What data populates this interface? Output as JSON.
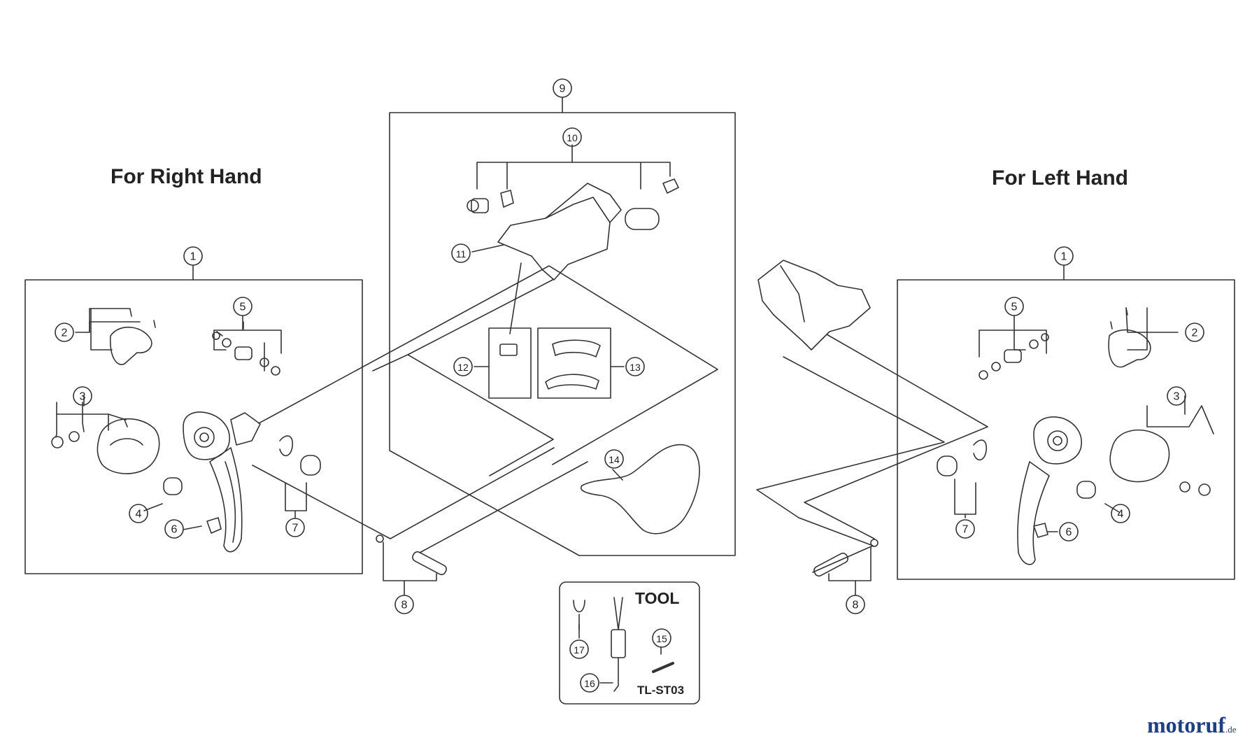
{
  "titles": {
    "right_hand": "For Right Hand",
    "left_hand": "For Left Hand",
    "tool": "TOOL",
    "tool_code": "TL-ST03"
  },
  "watermark": {
    "brand": "motoruf",
    "tld": ".de"
  },
  "callouts": [
    {
      "id": "r1",
      "label": "1"
    },
    {
      "id": "r2",
      "label": "2"
    },
    {
      "id": "r3",
      "label": "3"
    },
    {
      "id": "r4",
      "label": "4"
    },
    {
      "id": "r5",
      "label": "5"
    },
    {
      "id": "r6",
      "label": "6"
    },
    {
      "id": "r7",
      "label": "7"
    },
    {
      "id": "r8",
      "label": "8"
    },
    {
      "id": "c9",
      "label": "9"
    },
    {
      "id": "c10",
      "label": "10"
    },
    {
      "id": "c11",
      "label": "11"
    },
    {
      "id": "c12",
      "label": "12"
    },
    {
      "id": "c13",
      "label": "13"
    },
    {
      "id": "c14",
      "label": "14"
    },
    {
      "id": "t15",
      "label": "15"
    },
    {
      "id": "t16",
      "label": "16"
    },
    {
      "id": "t17",
      "label": "17"
    },
    {
      "id": "l1",
      "label": "1"
    },
    {
      "id": "l2",
      "label": "2"
    },
    {
      "id": "l3",
      "label": "3"
    },
    {
      "id": "l4",
      "label": "4"
    },
    {
      "id": "l5",
      "label": "5"
    },
    {
      "id": "l6",
      "label": "6"
    },
    {
      "id": "l7",
      "label": "7"
    },
    {
      "id": "l8",
      "label": "8"
    }
  ],
  "colors": {
    "line": "#333333",
    "watermark": "#1b3f8c"
  }
}
